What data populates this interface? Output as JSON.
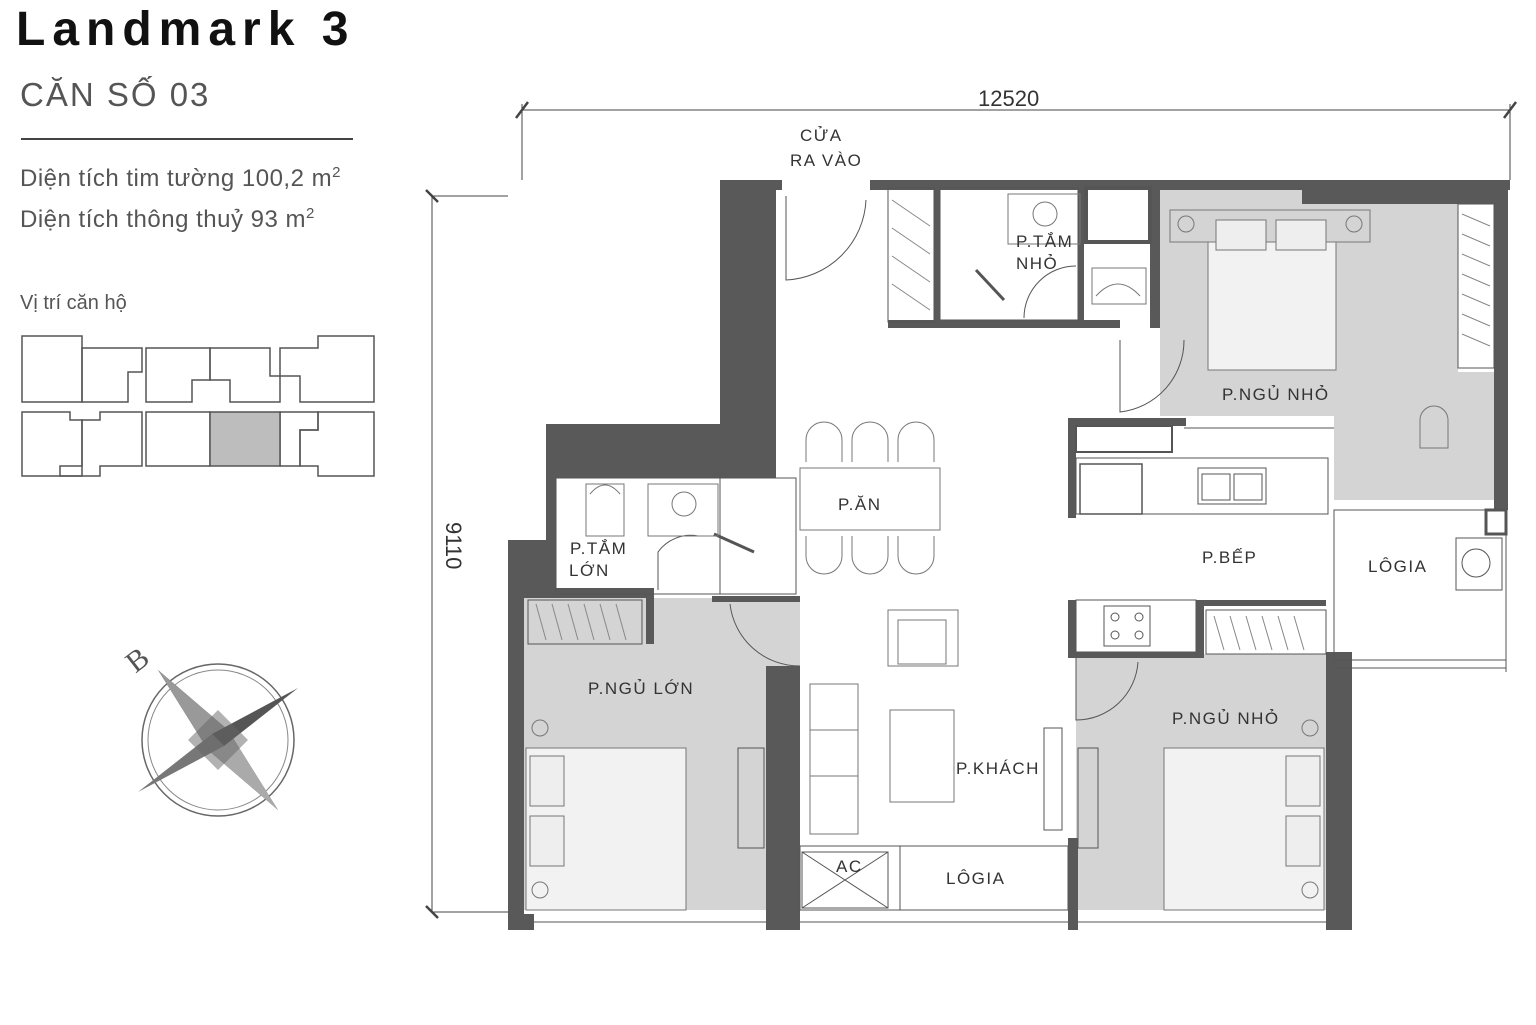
{
  "header": {
    "title": "Landmark 3",
    "subtitle": "CĂN SỐ 03",
    "area_gross_label": "Diện tích tim tường 100,2 m",
    "area_gross_sup": "2",
    "area_net_label": "Diện tích thông thuỷ 93 m",
    "area_net_sup": "2",
    "position_label": "Vị trí căn hộ"
  },
  "dimensions": {
    "width": "12520",
    "height": "9110"
  },
  "compass": {
    "north_letter": "B"
  },
  "rooms": {
    "entrance_line1": "CỬA",
    "entrance_line2": "RA VÀO",
    "small_bath_line1": "P.TẮM",
    "small_bath_line2": "NHỎ",
    "bedroom_small_top": "P.NGỦ NHỎ",
    "dining": "P.ĂN",
    "master_bath_line1": "P.TẮM",
    "master_bath_line2": "LỚN",
    "kitchen": "P.BẾP",
    "loggia_right": "LÔGIA",
    "master_bedroom": "P.NGỦ LỚN",
    "bedroom_small_bottom": "P.NGỦ NHỎ",
    "living": "P.KHÁCH",
    "ac": "AC",
    "loggia_bottom": "LÔGIA"
  },
  "colors": {
    "wall": "#595959",
    "room_fill": "#d4d4d4",
    "line": "#444444"
  }
}
